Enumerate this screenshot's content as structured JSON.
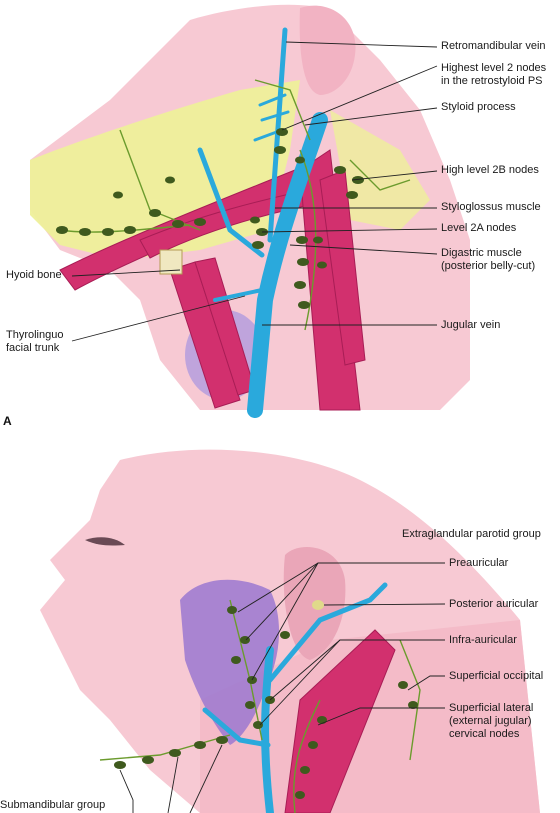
{
  "panel_a": {
    "letter": "A",
    "labels": {
      "retromandibular_vein": "Retromandibular vein",
      "highest_level_2": "Highest level 2 nodes\nin the retrostyloid PS",
      "styloid_process": "Styloid process",
      "high_level_2b": "High level 2B nodes",
      "styloglossus": "Styloglossus muscle",
      "level_2a": "Level 2A nodes",
      "digastric": "Digastric muscle\n(posterior belly-cut)",
      "jugular_vein": "Jugular vein",
      "hyoid_bone": "Hyoid bone",
      "thyrolinguo": "Thyrolinguo\nfacial trunk"
    }
  },
  "panel_b": {
    "labels": {
      "extraglandular": "Extraglandular parotid group",
      "preauricular": "Preauricular",
      "posterior_auricular": "Posterior auricular",
      "infra_auricular": "Infra-auricular",
      "superficial_occipital": "Superficial occipital",
      "superficial_lateral": "Superficial lateral\n(external jugular)\ncervical nodes",
      "submandibular": "Submandibular group"
    }
  },
  "colors": {
    "skin": "#f7c9d3",
    "skin_dark": "#eaa6b8",
    "muscle": "#d2306e",
    "vein": "#2aa9dc",
    "node": "#3f5a1e",
    "gland_yellow": "#eef09a",
    "parotid": "#9b78d0",
    "leader": "#222222"
  }
}
